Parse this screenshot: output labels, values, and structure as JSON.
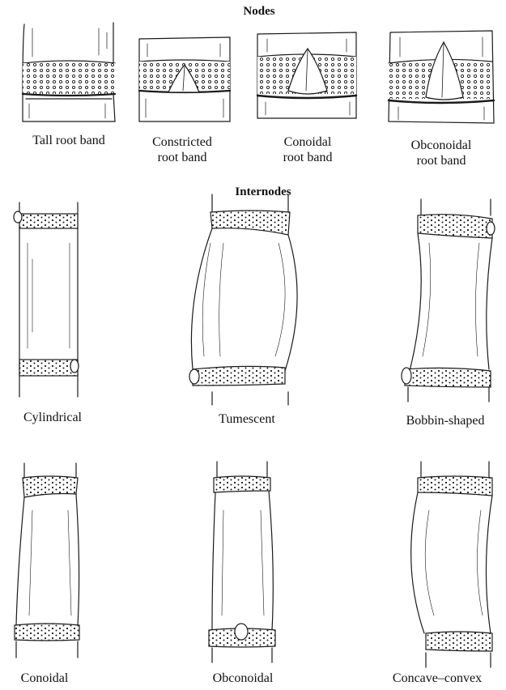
{
  "section_nodes": "Nodes",
  "section_internodes": "Internodes",
  "nodes": [
    {
      "line1": "Tall root band",
      "line2": ""
    },
    {
      "line1": "Constricted",
      "line2": "root band"
    },
    {
      "line1": "Conoidal",
      "line2": "root band"
    },
    {
      "line1": "Obconoidal",
      "line2": "root band"
    }
  ],
  "internodes": [
    "Cylindrical",
    "Tumescent",
    "Bobbin-shaped",
    "Conoidal",
    "Obconoidal",
    "Concave–convex"
  ],
  "colors": {
    "ink": "#1a1a1a",
    "paper": "#ffffff"
  }
}
